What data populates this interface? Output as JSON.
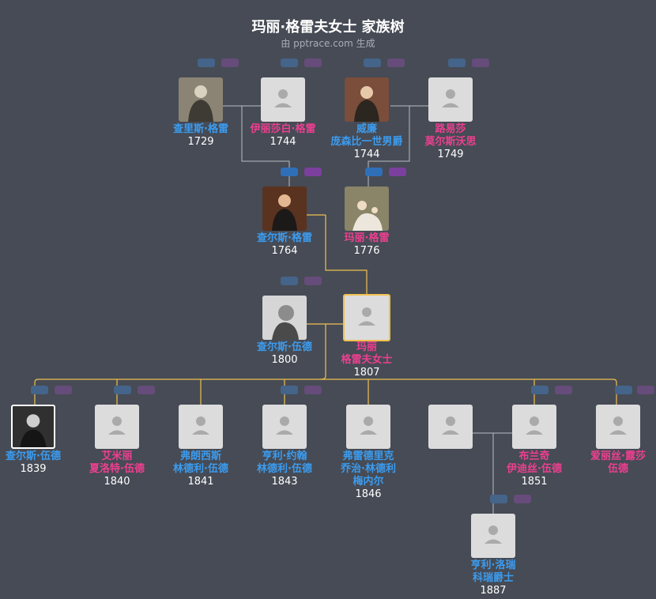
{
  "header": {
    "title": "玛丽·格雷夫女士 家族树",
    "subtitle": "由 pptrace.com 生成"
  },
  "colors": {
    "background": "#464b55",
    "male": "#3b9cf0",
    "female": "#ee3f90",
    "line_gray": "#b8bcc4",
    "line_gold": "#f0c050"
  },
  "people": {
    "charles_grey_1729": {
      "name": "查里斯·格雷",
      "year": "1729"
    },
    "elizabeth_grey": {
      "name": "伊丽莎白·格雷",
      "year": "1744"
    },
    "william_ponsonby": {
      "name": "威廉\n庞森比一世男爵",
      "year": "1744"
    },
    "louisa_molesworth": {
      "name": "路易莎\n莫尔斯沃思",
      "year": "1749"
    },
    "charles_grey_1764": {
      "name": "查尔斯·格雷",
      "year": "1764"
    },
    "mary_grey": {
      "name": "玛丽·格雷",
      "year": "1776"
    },
    "charles_wood_1800": {
      "name": "查尔斯·伍德",
      "year": "1800"
    },
    "lady_mary": {
      "name": "玛丽\n格雷夫女士",
      "year": "1807"
    },
    "charles_wood_1839": {
      "name": "查尔斯·伍德",
      "year": "1839"
    },
    "emily": {
      "name": "艾米丽\n夏洛特·伍德",
      "year": "1840"
    },
    "francis": {
      "name": "弗朗西斯\n林德利·伍德",
      "year": "1841"
    },
    "henry_john": {
      "name": "亨利·约翰\n林德利·伍德",
      "year": "1843"
    },
    "frederick": {
      "name": "弗雷德里克\n乔治·林德利\n梅内尔",
      "year": "1846"
    },
    "unknown_spouse": {
      "name": "",
      "year": ""
    },
    "blanche": {
      "name": "布兰奇\n伊迪丝·伍德",
      "year": "1851"
    },
    "alice": {
      "name": "爱丽丝·露莎\n伍德",
      "year": ""
    },
    "henry_lorraine": {
      "name": "亨利·洛瑞\n科瑞爵士",
      "year": "1887"
    }
  }
}
